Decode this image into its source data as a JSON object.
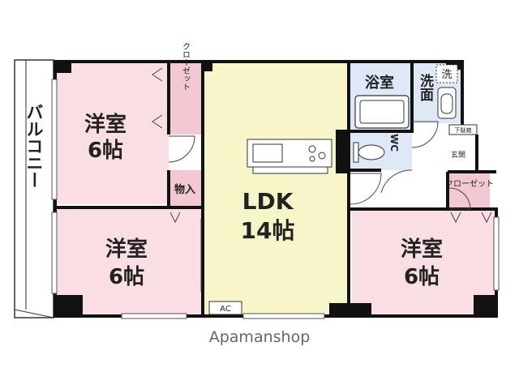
{
  "floorplan": {
    "balcony_label": "バルコニー",
    "rooms": {
      "western_top_left": {
        "name": "洋室",
        "size": "6帖"
      },
      "western_bottom_left": {
        "name": "洋室",
        "size": "6帖"
      },
      "ldk": {
        "name": "LDK",
        "size": "14帖"
      },
      "western_right": {
        "name": "洋室",
        "size": "6帖"
      },
      "bath": {
        "name": "浴室"
      },
      "washroom": {
        "name": "洗面"
      },
      "washer": {
        "name": "洗"
      },
      "wc": {
        "name": "WC"
      },
      "closet_top": {
        "name": "クローゼット"
      },
      "closet_right": {
        "name": "クローゼット"
      },
      "storage": {
        "name": "物入"
      },
      "shoe_box": {
        "name": "下駄箱"
      },
      "entrance": {
        "name": "玄関"
      }
    },
    "ac_label": "AC",
    "colors": {
      "bedroom_fill": "#f9dfe4",
      "closet_fill": "#f2c8d2",
      "ldk_fill": "#f7f6c9",
      "wet_fill": "#dfe8f7",
      "wall": "#111111"
    }
  },
  "watermark": "Apamanshop"
}
